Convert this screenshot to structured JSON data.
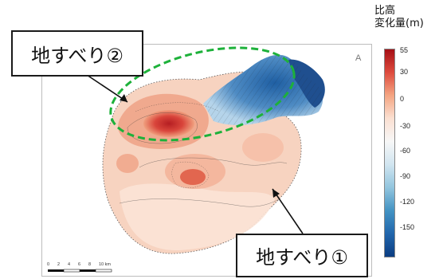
{
  "colorbar": {
    "title_line1": "比高",
    "title_line2": "変化量(m)",
    "ticks": [
      "55",
      "30",
      "0",
      "-30",
      "-60",
      "-90",
      "-120",
      "-150"
    ],
    "colors": [
      "#a50f15",
      "#de4b3e",
      "#f4a582",
      "#fbe0d2",
      "#f7f7f7",
      "#d1e5f0",
      "#92c5de",
      "#4393c3",
      "#2166ac",
      "#0b3d82"
    ]
  },
  "callouts": {
    "landslide_2": "地すべり②",
    "landslide_1": "地すべり①"
  },
  "scalebar": {
    "labels": [
      "0",
      "2",
      "4",
      "6",
      "8",
      "10 km"
    ]
  },
  "map": {
    "north_symbol": "A",
    "highlight_color": "#1db13a"
  }
}
